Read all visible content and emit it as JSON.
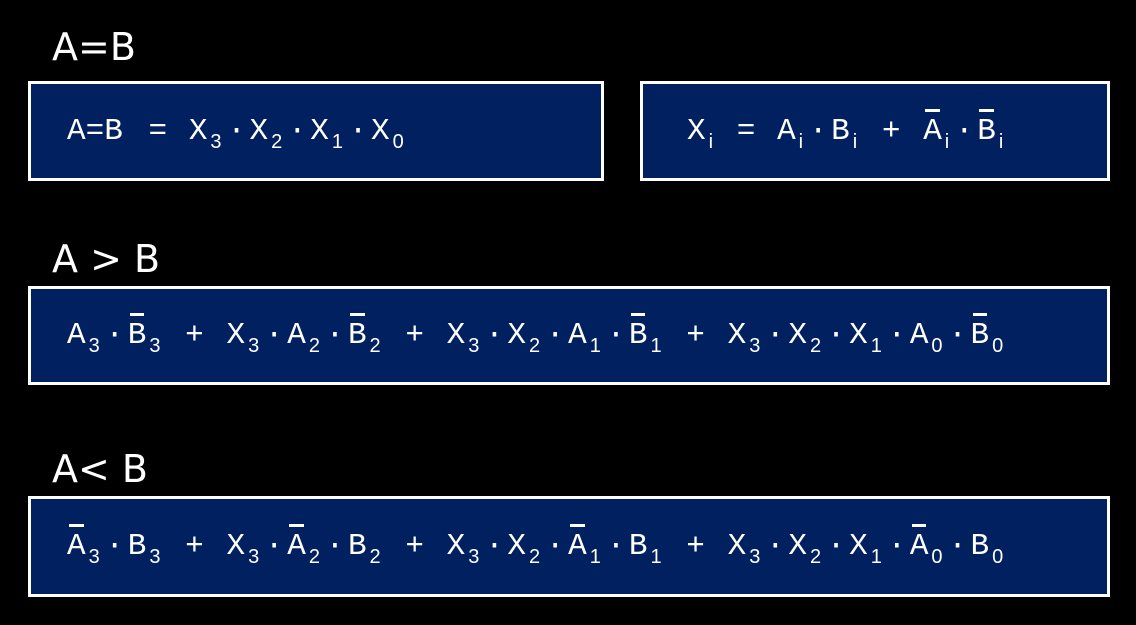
{
  "headings": {
    "eq": "A=B",
    "gt": "A > B",
    "lt": "A< B"
  },
  "colors": {
    "background": "#000000",
    "box": "#002060",
    "border": "#ffffff",
    "text": "#ffffff"
  },
  "equations": {
    "eq": [
      {
        "t": "A=B",
        "lhs": true
      },
      {
        "op": "="
      },
      {
        "v": "X",
        "sub": "3"
      },
      {
        "op": "·"
      },
      {
        "v": "X",
        "sub": "2"
      },
      {
        "op": "·"
      },
      {
        "v": "X",
        "sub": "1"
      },
      {
        "op": "·"
      },
      {
        "v": "X",
        "sub": "0"
      }
    ],
    "xi": [
      {
        "v": "X",
        "sub": "i"
      },
      {
        "op": "="
      },
      {
        "v": "A",
        "sub": "i"
      },
      {
        "op": "·"
      },
      {
        "v": "B",
        "sub": "i"
      },
      {
        "op": "+"
      },
      {
        "v": "A",
        "sub": "i",
        "bar": true
      },
      {
        "op": "·"
      },
      {
        "v": "B",
        "sub": "i",
        "bar": true
      }
    ],
    "gt": [
      {
        "v": "A",
        "sub": "3"
      },
      {
        "op": "·"
      },
      {
        "v": "B",
        "sub": "3",
        "bar": true
      },
      {
        "op": "+"
      },
      {
        "v": "X",
        "sub": "3"
      },
      {
        "op": "·"
      },
      {
        "v": "A",
        "sub": "2"
      },
      {
        "op": "·"
      },
      {
        "v": "B",
        "sub": "2",
        "bar": true
      },
      {
        "op": "+"
      },
      {
        "v": "X",
        "sub": "3"
      },
      {
        "op": "·"
      },
      {
        "v": "X",
        "sub": "2"
      },
      {
        "op": "·"
      },
      {
        "v": "A",
        "sub": "1"
      },
      {
        "op": "·"
      },
      {
        "v": "B",
        "sub": "1",
        "bar": true
      },
      {
        "op": "+"
      },
      {
        "v": "X",
        "sub": "3"
      },
      {
        "op": "·"
      },
      {
        "v": "X",
        "sub": "2"
      },
      {
        "op": "·"
      },
      {
        "v": "X",
        "sub": "1"
      },
      {
        "op": "·"
      },
      {
        "v": "A",
        "sub": "0"
      },
      {
        "op": "·"
      },
      {
        "v": "B",
        "sub": "0",
        "bar": true
      }
    ],
    "lt": [
      {
        "v": "A",
        "sub": "3",
        "bar": true
      },
      {
        "op": "·"
      },
      {
        "v": "B",
        "sub": "3"
      },
      {
        "op": "+"
      },
      {
        "v": "X",
        "sub": "3"
      },
      {
        "op": "·"
      },
      {
        "v": "A",
        "sub": "2",
        "bar": true
      },
      {
        "op": "·"
      },
      {
        "v": "B",
        "sub": "2"
      },
      {
        "op": "+"
      },
      {
        "v": "X",
        "sub": "3"
      },
      {
        "op": "·"
      },
      {
        "v": "X",
        "sub": "2"
      },
      {
        "op": "·"
      },
      {
        "v": "A",
        "sub": "1",
        "bar": true
      },
      {
        "op": "·"
      },
      {
        "v": "B",
        "sub": "1"
      },
      {
        "op": "+"
      },
      {
        "v": "X",
        "sub": "3"
      },
      {
        "op": "·"
      },
      {
        "v": "X",
        "sub": "2"
      },
      {
        "op": "·"
      },
      {
        "v": "X",
        "sub": "1"
      },
      {
        "op": "·"
      },
      {
        "v": "A",
        "sub": "0",
        "bar": true
      },
      {
        "op": "·"
      },
      {
        "v": "B",
        "sub": "0"
      }
    ]
  }
}
